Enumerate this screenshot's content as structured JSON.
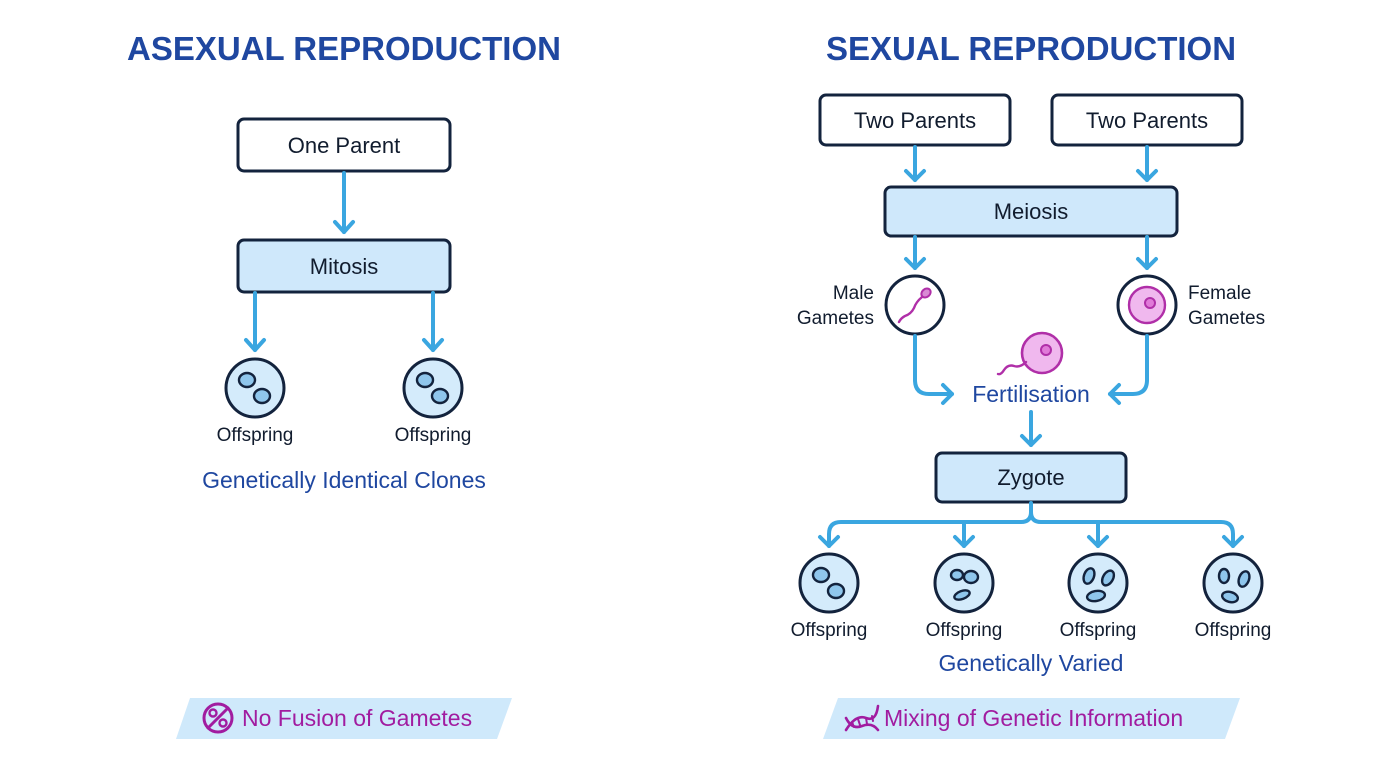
{
  "asexual": {
    "title": "ASEXUAL REPRODUCTION",
    "parent": "One Parent",
    "process": "Mitosis",
    "offspring": [
      "Offspring",
      "Offspring"
    ],
    "caption": "Genetically Identical Clones",
    "banner": "No Fusion of Gametes",
    "banner_icon": "no-fusion-icon"
  },
  "sexual": {
    "title": "SEXUAL REPRODUCTION",
    "parents": [
      "Two Parents",
      "Two Parents"
    ],
    "process": "Meiosis",
    "male_label": [
      "Male",
      "Gametes"
    ],
    "female_label": [
      "Female",
      "Gametes"
    ],
    "fertilisation": "Fertilisation",
    "zygote": "Zygote",
    "offspring": [
      "Offspring",
      "Offspring",
      "Offspring",
      "Offspring"
    ],
    "caption": "Genetically Varied",
    "banner": "Mixing of Genetic Information",
    "banner_icon": "dna-icon"
  },
  "colors": {
    "title": "#1f47a0",
    "arrow": "#3aa6e0",
    "box_fill": "#cfe8fb",
    "outline": "#13233d",
    "banner_text": "#a11ca0",
    "gamete": "#c83fc0"
  }
}
